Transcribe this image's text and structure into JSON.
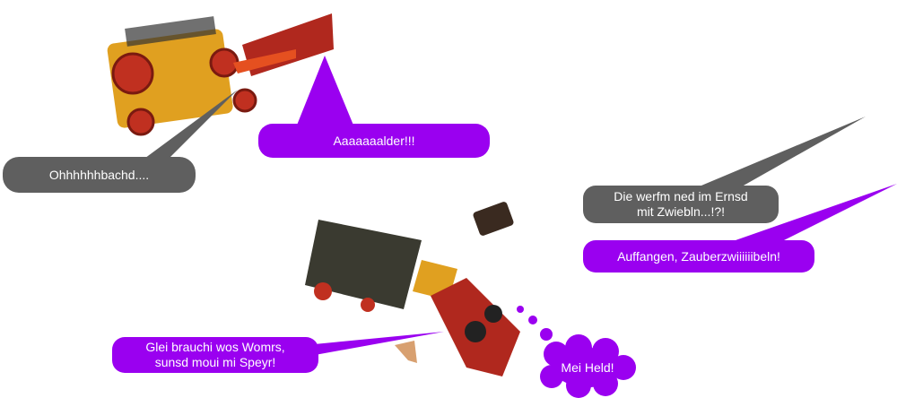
{
  "colors": {
    "purple": "#9a00f0",
    "gray": "#5f5f5f",
    "carriage_orange": "#e0a020",
    "carriage_red": "#b0281e"
  },
  "bubbles": {
    "ohhh": "Ohhhhhhbachd....",
    "aaaa": "Aaaaaaalder!!!",
    "werfm": "Die werfm ned im Ernsd\nmit Zwiebln...!?!",
    "auffangen": "Auffangen, Zauberzwiiiiiibeln!",
    "glei": "Glei brauchi wos Womrs,\nsunsd moui mi Speyr!",
    "held": "Mei Held!"
  }
}
